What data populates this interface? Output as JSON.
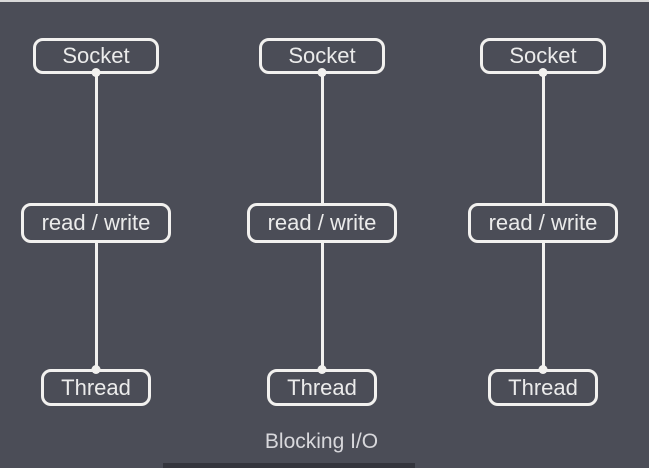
{
  "diagram": {
    "caption": "Blocking I/O",
    "colors": {
      "background": "#4b4d57",
      "stroke": "#f2f1ef",
      "node_text": "#ebebeb",
      "caption_text": "#d8d8dc"
    },
    "columns": [
      {
        "socket": "Socket",
        "operation": "read / write",
        "thread": "Thread"
      },
      {
        "socket": "Socket",
        "operation": "read / write",
        "thread": "Thread"
      },
      {
        "socket": "Socket",
        "operation": "read / write",
        "thread": "Thread"
      }
    ]
  }
}
